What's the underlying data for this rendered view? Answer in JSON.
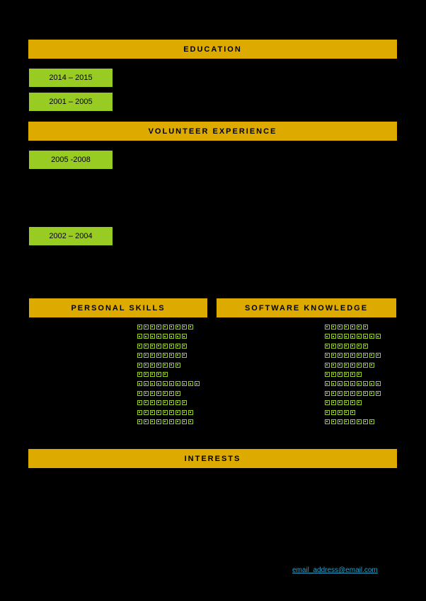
{
  "sections": {
    "education": "EDUCATION",
    "volunteer": "VOLUNTEER EXPERIENCE",
    "personal_skills": "PERSONAL SKILLS",
    "software_knowledge": "SOFTWARE KNOWLEDGE",
    "interests": "INTERESTS"
  },
  "education_dates": [
    "2014 – 2015",
    "2001 – 2005"
  ],
  "volunteer_dates": [
    "2005 -2008",
    "2002 – 2004"
  ],
  "personal_skills_levels": [
    9,
    8,
    8,
    8,
    7,
    5,
    10,
    7,
    8,
    9,
    9
  ],
  "software_knowledge_levels": [
    7,
    9,
    7,
    9,
    8,
    6,
    9,
    9,
    6,
    5,
    8
  ],
  "contact": {
    "email": "email_address@email.com"
  },
  "colors": {
    "accent": "#ddaa00",
    "green": "#99cc22",
    "link": "#27a3c9",
    "background": "#000000"
  }
}
